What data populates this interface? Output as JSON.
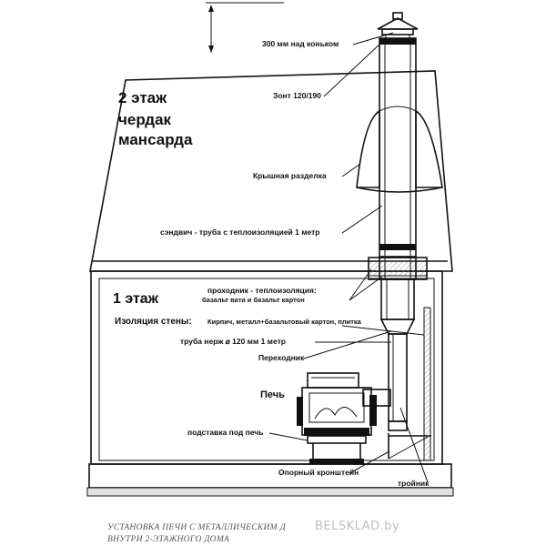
{
  "floors": {
    "upper_line1": "2 этаж",
    "upper_line2": "чердак",
    "upper_line3": "мансарда",
    "lower": "1 этаж"
  },
  "labels": {
    "above_ridge": "300 мм над коньком",
    "umbrella": "Зонт 120/190",
    "roof_cut": "Крышная разделка",
    "sandwich_pipe": "сэндвич - труба с теплоизоляцией 1 метр",
    "passage_title": "проходник - теплоизоляция:",
    "passage_detail": "базальт вата и базальт картон",
    "wall_insulation_title": "Изоляция стены:",
    "wall_insulation_detail": "Кирпич, металл+базальтовый картон, плитка",
    "steel_pipe": "труба нерж ⌀ 120 мм 1 метр",
    "adapter": "Переходник",
    "stove": "Печь",
    "stove_stand": "подставка под печь",
    "support_bracket": "Опорный кронштейн",
    "tee": "тройник"
  },
  "caption": {
    "line1": "УСТАНОВКА ПЕЧИ С МЕТАЛЛИЧЕСКИМ Д",
    "line2": "ВНУТРИ 2-ЭТАЖНОГО ДОМА"
  },
  "watermark": "BELSKLAD.by"
}
